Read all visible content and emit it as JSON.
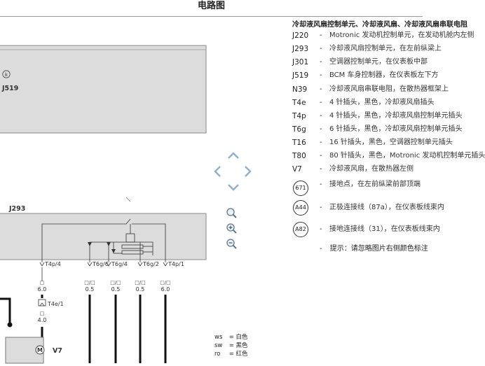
{
  "header": {
    "title": "电路图"
  },
  "diagram": {
    "j519_label": "J519",
    "k_symbol": "k",
    "j293_label": "J293",
    "pins": [
      "T4p/4",
      "T6g/6",
      "T6g/4",
      "T6g/2",
      "T4p/1"
    ],
    "wire_sizes": [
      "6.0",
      "0.5",
      "0.5",
      "0.5",
      "6.0"
    ],
    "wire_colors": [
      "□",
      "□/□",
      "□/□",
      "□/□",
      "□/□"
    ],
    "connector_t4e": "T4e/1",
    "wire_size_lower": "4.0",
    "wire_color_lower": "□",
    "motor_symbol": "M",
    "v7_label": "V7"
  },
  "legend": {
    "title": "冷却液风扇控制单元、冷却液风扇、冷却液风扇串联电阻",
    "items": [
      {
        "code": "J220",
        "text": "Motronic 发动机控制单元，在发动机舱内左侧"
      },
      {
        "code": "J293",
        "text": "冷却液风扇控制单元，在左前纵梁上"
      },
      {
        "code": "J301",
        "text": "空调器控制单元，在仪表板中部"
      },
      {
        "code": "J519",
        "text": "BCM 车身控制器，在仪表板左下方"
      },
      {
        "code": "N39",
        "text": "冷却液风扇串联电阻，在散热器框架上"
      },
      {
        "code": "T4e",
        "text": "4 针插头，黑色，冷却液风扇插头"
      },
      {
        "code": "T4p",
        "text": "4 针插头，黑色，冷却液风扇控制单元插头"
      },
      {
        "code": "T6g",
        "text": "6 针插头，黑色，冷却液风扇控制单元插头"
      },
      {
        "code": "T16",
        "text": "16 针插头，黑色，空调器控制单元插头"
      },
      {
        "code": "T80",
        "text": "80 针插头，黑色，Motronic 发动机控制单元插头"
      },
      {
        "code": "V7",
        "text": "冷却液风扇，在散热器左侧"
      }
    ],
    "connections": [
      {
        "code": "671",
        "text": "接地点，在左前纵梁前部顶端"
      },
      {
        "code": "A44",
        "text": "正极连接线（87a），在仪表板线束内"
      },
      {
        "code": "A82",
        "text": "接地连接线（31），在仪表板线束内"
      }
    ],
    "note": "提示：请忽略图片右侧颜色标注"
  },
  "color_key": [
    {
      "code": "ws",
      "name": "白色"
    },
    {
      "code": "sw",
      "name": "黑色"
    },
    {
      "code": "ro",
      "name": "红色"
    }
  ]
}
